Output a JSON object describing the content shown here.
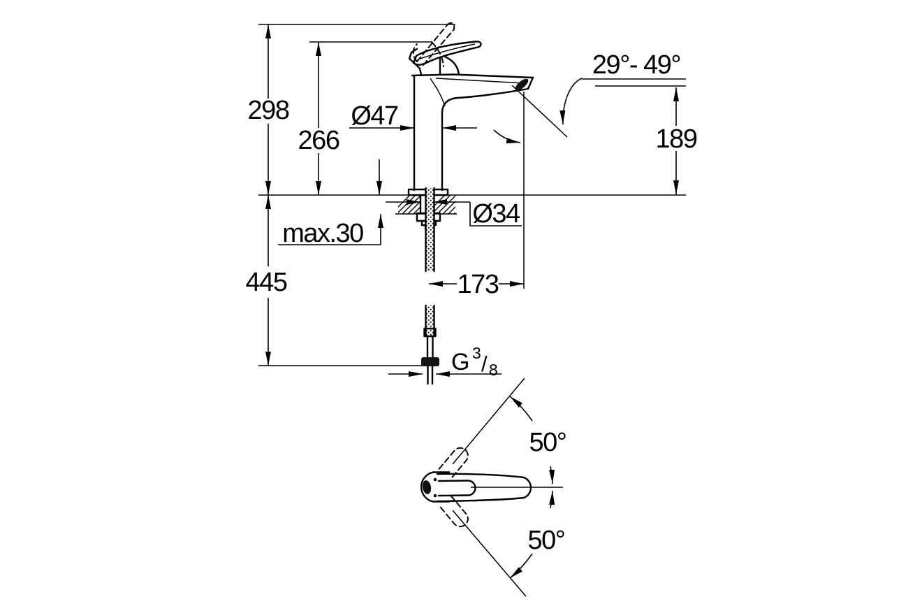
{
  "drawing": {
    "title": "single-lever basin mixer faucet dimension drawing",
    "view_top": "side elevation with mounting cross-section",
    "view_bottom": "handle plan view with swing range",
    "colors": {
      "line": "#000000",
      "background": "#ffffff"
    },
    "dimensions": {
      "overall_height": "298",
      "height_to_lever": "266",
      "body_diameter": "Ø47",
      "spout_angle_range": "29°- 49°",
      "spout_outlet_height": "189",
      "deck_thickness": "max.30",
      "hole_diameter": "Ø34",
      "hose_length": "445",
      "spout_reach": "173",
      "lever_swing_upper": "50°",
      "lever_swing_lower": "50°"
    },
    "thread": {
      "prefix": "G",
      "numerator": "3",
      "slash": "/",
      "denominator": "8"
    }
  }
}
